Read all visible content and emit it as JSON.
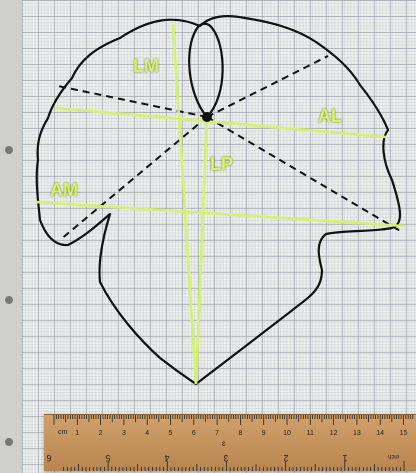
{
  "labels": {
    "lm": "LM",
    "al": "AL",
    "lp": "LP",
    "am": "AM"
  },
  "ruler": {
    "cm_label": "cm",
    "cm_numbers": [
      "1",
      "2",
      "3",
      "4",
      "5",
      "6",
      "7",
      "8",
      "9",
      "10",
      "11",
      "12",
      "13",
      "14",
      "15"
    ],
    "inch_label": "inch",
    "inch_numbers": [
      "6",
      "5",
      "4",
      "3",
      "2",
      "1"
    ],
    "maker_mark": "ɛ"
  },
  "colors": {
    "measure_line": "#d4f26b",
    "outline": "#111111",
    "ruler": "#c49358"
  }
}
